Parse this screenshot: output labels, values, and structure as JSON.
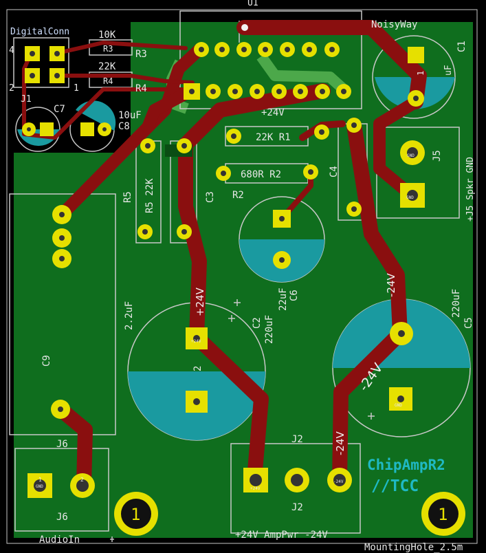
{
  "colors": {
    "board": "#0f6e1e",
    "copper": "#8a0f0f",
    "silk": "#e8e8e8",
    "pad": "#e6e000",
    "cyan": "#1fb9c4"
  },
  "labels": {
    "u1": "U1",
    "digitalconn": "DigitalConn",
    "j1": "J1",
    "j1_pin4": "4",
    "j1_pin2": "2",
    "j1_pin1": "1",
    "r3_val": "10K",
    "r3_ref": "R3",
    "r3_body": "R3",
    "r4_val": "22K",
    "r4_ref": "R4",
    "r4_body": "R4",
    "c7": "C7",
    "c8_val": "10uF",
    "c8": "C8",
    "c1": "C1",
    "c1_uf": "uF",
    "c1_pin1": "1",
    "noisyway": "NoisyWay",
    "plus24v_top": "+24V",
    "r1": "22K R1",
    "r2": "680R R2",
    "r2_ref": "R2",
    "r5": "R5 22K",
    "r5_ref": "R5",
    "c3": "C3",
    "c4": "C4",
    "j5": "J5",
    "spkr": "+J5 Spkr GND",
    "c6": "C6",
    "c6_uf": "22uF",
    "c9": "C9",
    "c9_val": "2.2uF",
    "c2": "C2",
    "c2_val": "220uF",
    "c2_pin": "2",
    "c5": "C5",
    "c5_val": "220uF",
    "trace_p24v": "+24V",
    "trace_m24v_a": "-24V",
    "trace_m24v_b": "-24V",
    "trace_m24v_c": "-24V",
    "j6": "J6",
    "j6_bottom": "J6",
    "audioin": "AudioIn",
    "j2": "J2",
    "j2_bottom": "J2",
    "amppwr": "+24V AmpPwr -24V",
    "chipamp": "ChipAmpR2",
    "tcc": "//TCC",
    "mounting": "MountingHole_2.5m",
    "mh_left": "1",
    "mh_right": "1",
    "pad_gnd": "GND",
    "pad_p24": "+24V",
    "pad_m24": "-24V",
    "pad_1": "1",
    "pad_2": "2"
  }
}
